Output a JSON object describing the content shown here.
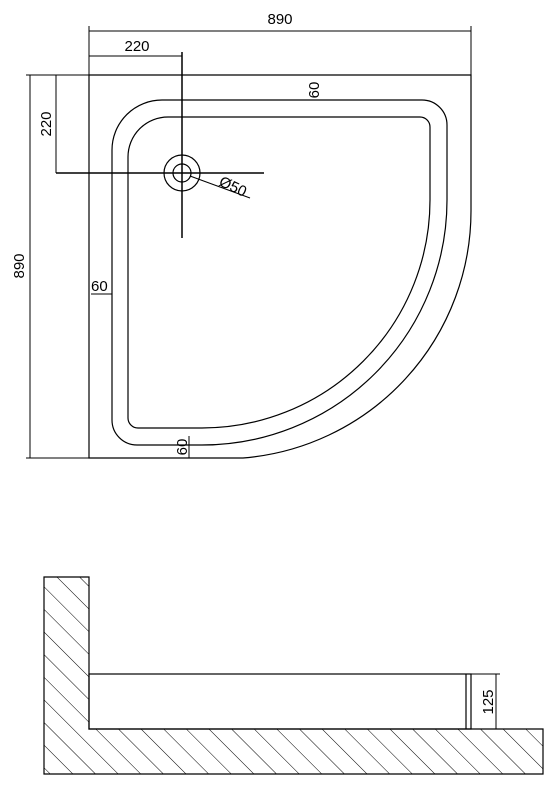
{
  "colors": {
    "line": "#000000",
    "background": "#ffffff"
  },
  "plan": {
    "overall_width": "890",
    "overall_depth": "890",
    "drain_offset_x": "220",
    "drain_offset_y": "220",
    "rim_top": "60",
    "rim_left": "60",
    "rim_bottom": "60",
    "drain_diameter": "Ø50"
  },
  "section": {
    "height": "125"
  }
}
